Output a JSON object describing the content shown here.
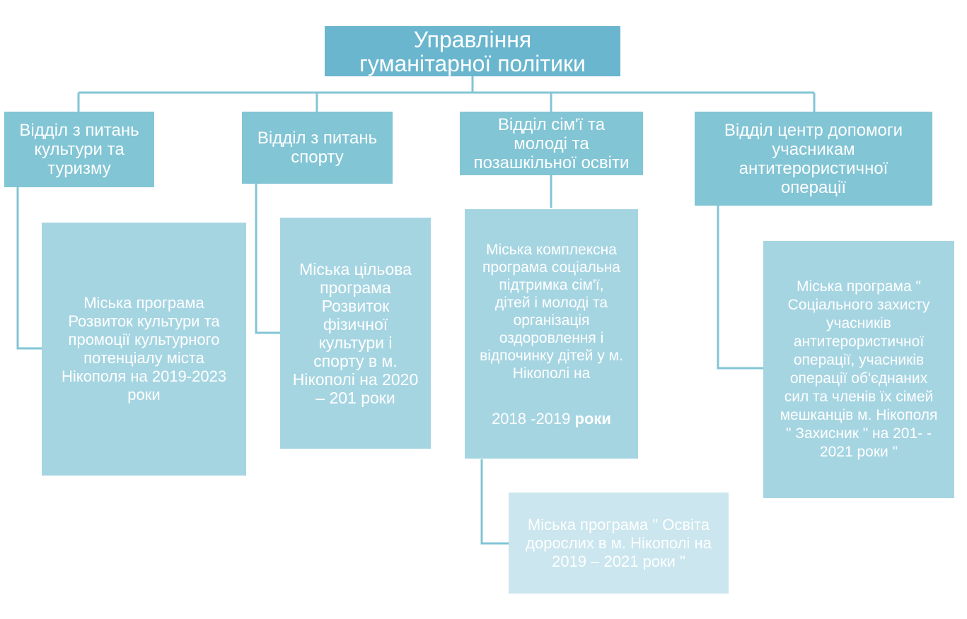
{
  "root": {
    "title": "Управління\nгуманітарної політики"
  },
  "departments": [
    {
      "label": "Відділ з питань\nкультури та\nтуризму"
    },
    {
      "label": "Відділ з питань\nспорту"
    },
    {
      "label": "Відділ сім'ї та\nмолоді та\nпозашкільної освіти"
    },
    {
      "label": "Відділ центр допомоги\nучасникам\nантитерористичної\nоперації"
    }
  ],
  "programs": [
    {
      "label": "Міська програма\nРозвиток культури та\nпромоції культурного\nпотенціалу міста\nНікополя на 2019-2023\nроки"
    },
    {
      "label": "Міська цільова\nпрограма\nРозвиток\nфізичної\nкультури і\nспорту в м.\nНікополі на 2020\n– 201 роки"
    },
    {
      "label": "Міська комплексна\nпрограма  соціальна\nпідтримка  сім'ї,\nдітей і молоді та\nорганізація\nоздоровлення і\nвідпочинку дітей у м.\nНікополі на",
      "years": "2018 -2019 ",
      "years_suffix": "роки"
    },
    {
      "label": "Міська програма \"\nСоціального захисту\nучасників\nантитерористичної\nоперації, учасників\nоперації об'єднаних\nсил та членів їх сімей\nмешканців м. Нікополя\n\" Захисник \" на 201- -\n2021 роки \""
    },
    {
      "label": "Міська програма \" Освіта\nдорослих в м. Нікополі на\n2019 – 2021 роки \""
    }
  ],
  "colors": {
    "root": "#6ab6ce",
    "department": "#82c5d5",
    "program": "#a6d5e2",
    "program_light": "#cbe6ee",
    "connector": "#82c5d5",
    "text": "#ffffff"
  }
}
